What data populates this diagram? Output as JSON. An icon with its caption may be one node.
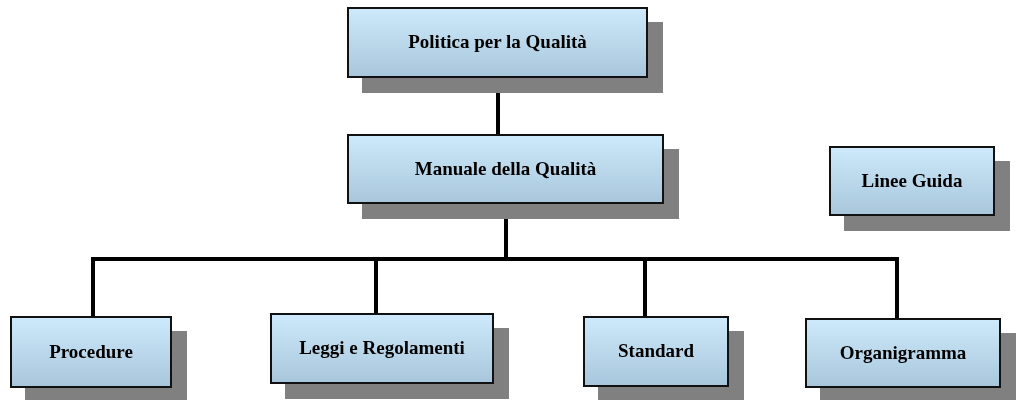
{
  "diagram": {
    "nodes": [
      {
        "text": [
          "Politica per la Qualità"
        ]
      },
      {
        "text": [
          "Manuale della Qualità"
        ]
      },
      {
        "text": [
          "Linee Guida"
        ]
      },
      {
        "text": [
          "Procedure"
        ]
      },
      {
        "text": [
          "Leggi e Regolamenti"
        ]
      },
      {
        "text": [
          "Standard"
        ]
      },
      {
        "text": [
          "Organigramma"
        ]
      }
    ],
    "edges": [
      {
        "from": 0,
        "to": 1,
        "arrow": "none"
      },
      {
        "from": 1,
        "to": 3,
        "arrow": "none"
      },
      {
        "from": 1,
        "to": 4,
        "arrow": "none"
      },
      {
        "from": 1,
        "to": 5,
        "arrow": "none"
      },
      {
        "from": 1,
        "to": 6,
        "arrow": "none"
      }
    ]
  }
}
